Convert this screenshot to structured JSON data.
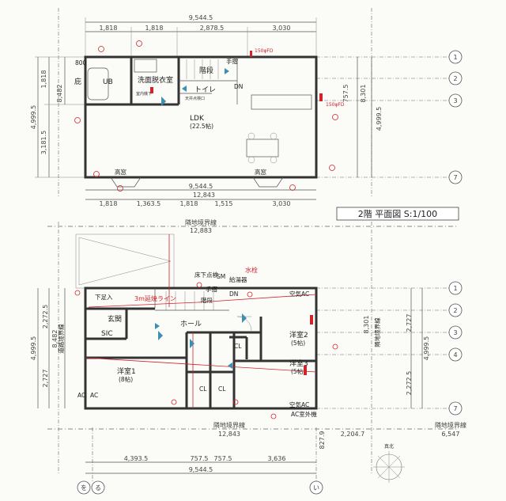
{
  "title": "2階 平面図 S:1/100",
  "upper": {
    "dims_top_total": "9,544.5",
    "dims_top_parts": [
      "1,818",
      "1,818",
      "2,878.5",
      "3,030"
    ],
    "dims_bottom_total": "9,544.5",
    "dims_bottom_parts": [
      "1,818",
      "1,363.5",
      "1,818",
      "1,515",
      "3,030"
    ],
    "dims_left": [
      "1,818",
      "3,181.5"
    ],
    "dim_left_overall": "4,999.5",
    "dim_left_small": "8,482",
    "dim_right": "4,999.5",
    "dim_right_small": "8,301",
    "rooms": {
      "ub": "UB",
      "washroom": "洗面脱衣室",
      "stairs": "階段",
      "toilet": "トイレ",
      "toilet_note": "天井点検口",
      "ldk": "LDK",
      "ldk_size": "(22.5帖)",
      "dn": "DN",
      "ub_label": "800",
      "ub_side": "庇",
      "handrail": "手摺",
      "high_window_1": "高窓",
      "high_window_2": "高窓",
      "unit_note": "室内機下",
      "pipe_1": "150φFD",
      "pipe_2": "150φFD"
    },
    "small_dims": [
      "757.5"
    ],
    "bottom_dim": "12,843"
  },
  "lower": {
    "boundary_top": "隣地境界線",
    "boundary_top_dim": "12,883",
    "boundary_bottom": "隣地境界線",
    "boundary_bottom_dim": "12,843",
    "boundary_right": "隣地境界線",
    "boundary_right_dim": "6,547",
    "road_boundary": "道路境界線",
    "road_dim": "8,482",
    "dims_left": [
      "2,272.5",
      "2,727"
    ],
    "dim_left_overall": "4,999.5",
    "dims_right": [
      "2,727",
      "2,272.5"
    ],
    "dim_right_overall": "4,999.5",
    "dim_right_small": "8,301",
    "dims_bottom_parts": [
      "4,393.5",
      "757.5",
      "757.5",
      "3,636"
    ],
    "dims_bottom_total": "9,544.5",
    "dim_offset_left": "827.9",
    "dim_offset_right": "2,204.7",
    "rooms": {
      "entrance": "玄関",
      "sic": "SIC",
      "hall": "ホール",
      "bed1": "洋室1",
      "bed1_size": "(8帖)",
      "bed2": "洋室2",
      "bed2_size": "(5帖)",
      "bed3": "洋室3",
      "bed3_size": "(5帖)",
      "cl1": "CL",
      "cl2": "CL",
      "cl3": "CL",
      "stairs": "階段",
      "handrail": "手摺",
      "ac1": "AC",
      "ac2": "AC",
      "shoe": "下足入",
      "floor_bay": "床下点検",
      "sm": "SM",
      "water_heater": "給湯器",
      "water_tap": "水栓",
      "red_line": "3m延焼ライン",
      "ac_out_1": "空気AC",
      "ac_out_2": "空気AC",
      "ac_unit": "AC室外機",
      "dn": "DN",
      "north": "真北"
    }
  },
  "grid_labels_right": [
    "1",
    "2",
    "3",
    "7"
  ],
  "grid_labels_right_lower": [
    "1",
    "2",
    "3",
    "4",
    "7"
  ],
  "grid_labels_bottom": [
    "を",
    "る",
    "い"
  ]
}
